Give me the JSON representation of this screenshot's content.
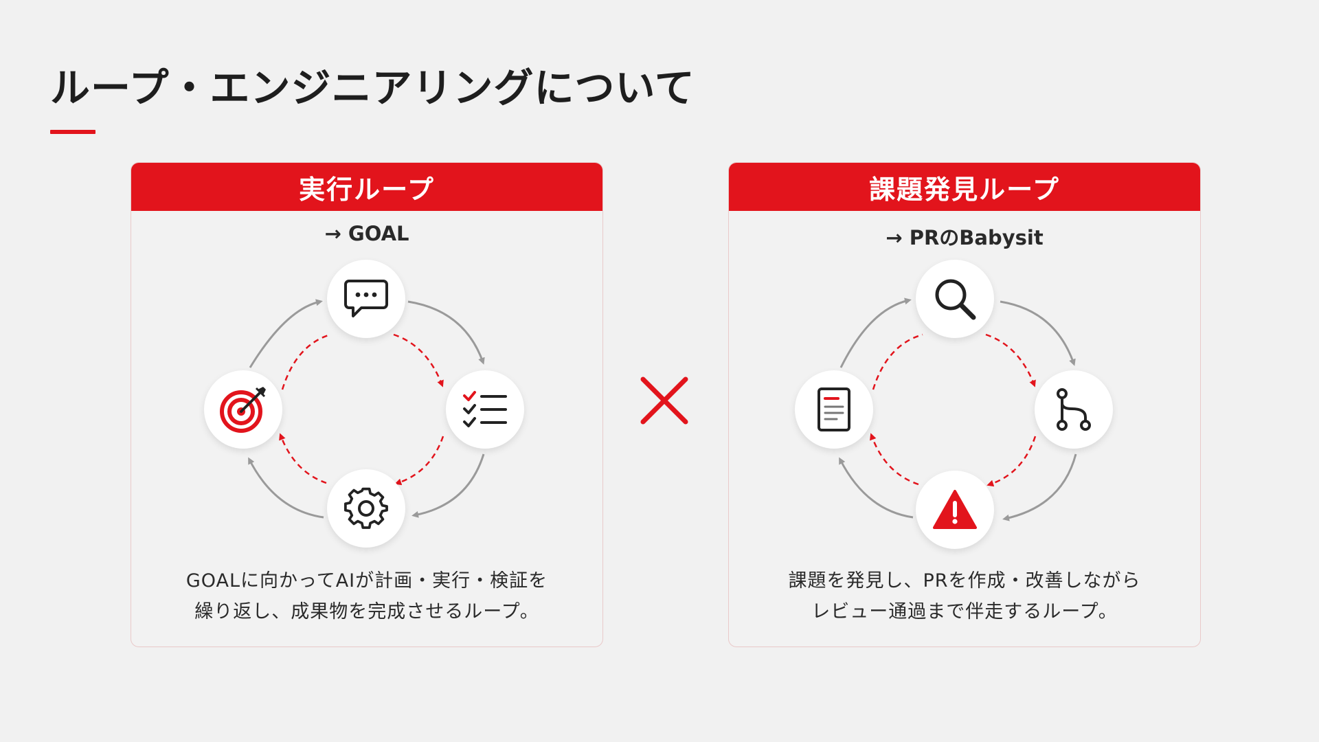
{
  "page": {
    "title": "ループ・エンジニアリングについて",
    "accent_color": "#e2141c"
  },
  "left_card": {
    "header": "実行ループ",
    "subtitle": "→ GOAL",
    "nodes": [
      "chat-bubble-icon",
      "checklist-icon",
      "gear-icon",
      "target-icon"
    ],
    "description_lines": [
      "GOALに向かってAIが計画・実行・検証を",
      "繰り返し、成果物を完成させるループ。"
    ]
  },
  "separator": {
    "icon": "cross-icon"
  },
  "right_card": {
    "header": "課題発見ループ",
    "subtitle": "→ PRのBabysit",
    "nodes": [
      "search-icon",
      "git-branch-icon",
      "warning-icon",
      "document-icon"
    ],
    "description_lines": [
      "課題を発見し、PRを作成・改善しながら",
      "レビュー通過まで伴走するループ。"
    ]
  }
}
